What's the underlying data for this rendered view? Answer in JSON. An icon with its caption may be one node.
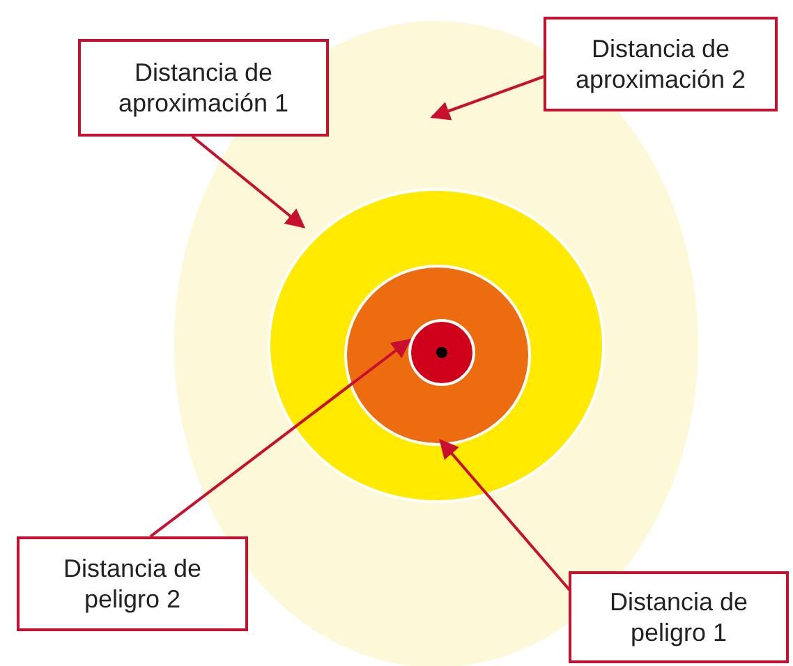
{
  "diagram": {
    "nodes": [
      {
        "text": [
          "Distancia de aproximación 1"
        ]
      },
      {
        "text": [
          "Distancia de aproximación 2"
        ]
      },
      {
        "text": [],
        "shape": "circle"
      },
      {
        "text": [],
        "shape": "circle",
        "in": 2
      },
      {
        "text": [],
        "shape": "circle",
        "in": 3
      },
      {
        "text": [],
        "shape": "circle",
        "in": 4
      },
      {
        "text": [
          "Distancia de peligro 2"
        ]
      },
      {
        "text": [
          "Distancia de peligro 1"
        ]
      }
    ],
    "edges": [
      {
        "from": 0,
        "to": 3,
        "arrow": "to"
      },
      {
        "from": 1,
        "to": 2,
        "arrow": "to"
      },
      {
        "from": 6,
        "to": 5,
        "arrow": "to"
      },
      {
        "from": 7,
        "to": 4,
        "arrow": "to"
      }
    ]
  }
}
